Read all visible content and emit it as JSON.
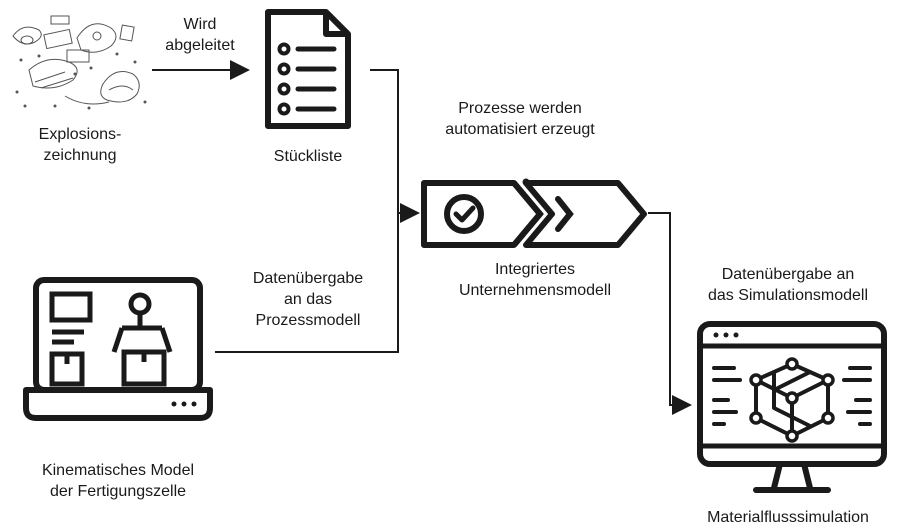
{
  "labels": {
    "wird_line1": "Wird",
    "wird_line2": "abgeleitet",
    "explosion_line1": "Explosions-",
    "explosion_line2": "zeichnung",
    "stueckliste": "Stückliste",
    "prozesse_line1": "Prozesse werden",
    "prozesse_line2": "automatisiert erzeugt",
    "integriert_line1": "Integriertes",
    "integriert_line2": "Unternehmensmodell",
    "daten_prozess_line1": "Datenübergabe",
    "daten_prozess_line2": "an das",
    "daten_prozess_line3": "Prozessmodell",
    "daten_sim_line1": "Datenübergabe an",
    "daten_sim_line2": "das Simulationsmodell",
    "kinematik_line1": "Kinematisches Model",
    "kinematik_line2": "der Fertigungszelle",
    "materialfluss": "Materialflusssimulation"
  },
  "icons": {
    "explosion": "exploded-drawing-icon",
    "bom": "document-list-icon",
    "process": "process-chevron-icon",
    "laptop": "laptop-robot-icon",
    "monitor": "monitor-cube-icon"
  },
  "colors": {
    "stroke": "#1a1a1a",
    "background": "#ffffff"
  }
}
